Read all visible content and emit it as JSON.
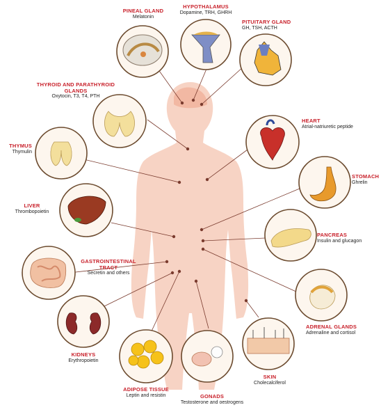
{
  "glands": {
    "pineal": {
      "title": "PINEAL GLAND",
      "sub": "Melatonin"
    },
    "hypothalamus": {
      "title": "HYPOTHALAMUS",
      "sub": "Dopamine, TRH, GHRH"
    },
    "pituitary": {
      "title": "PITUITARY GLAND",
      "sub": "GH, TSH, ACTH"
    },
    "thyroid": {
      "title": "THYROID AND PARATHYROID GLANDS",
      "sub": "Oxytocin, T3, T4, PTH"
    },
    "heart": {
      "title": "HEART",
      "sub": "Atrial-natriuretic peptide"
    },
    "thymus": {
      "title": "THYMUS",
      "sub": "Thymulin"
    },
    "stomach": {
      "title": "STOMACH",
      "sub": "Ghrelin"
    },
    "liver": {
      "title": "LIVER",
      "sub": "Thrombopoietin"
    },
    "pancreas": {
      "title": "PANCREAS",
      "sub": "Insulin and glucagon"
    },
    "gastro": {
      "title": "GASTROINTESTINAL TRACT",
      "sub": "Secretin and others"
    },
    "adrenal": {
      "title": "ADRENAL GLANDS",
      "sub": "Adrenaline and cortisol"
    },
    "kidneys": {
      "title": "KIDNEYS",
      "sub": "Erythropoietin"
    },
    "skin": {
      "title": "SKIN",
      "sub": "Cholecalciferol"
    },
    "adipose": {
      "title": "ADIPOSE TISSUE",
      "sub": "Leptin and resistin"
    },
    "gonads": {
      "title": "GONADS",
      "sub": "Testosterone and oestrogens"
    }
  },
  "colors": {
    "title_red": "#c8202a",
    "body_skin": "#f7d3c4",
    "circle_border": "#6b4a2e",
    "circle_fill": "#fdf6ee",
    "line": "#7a3b2e"
  }
}
